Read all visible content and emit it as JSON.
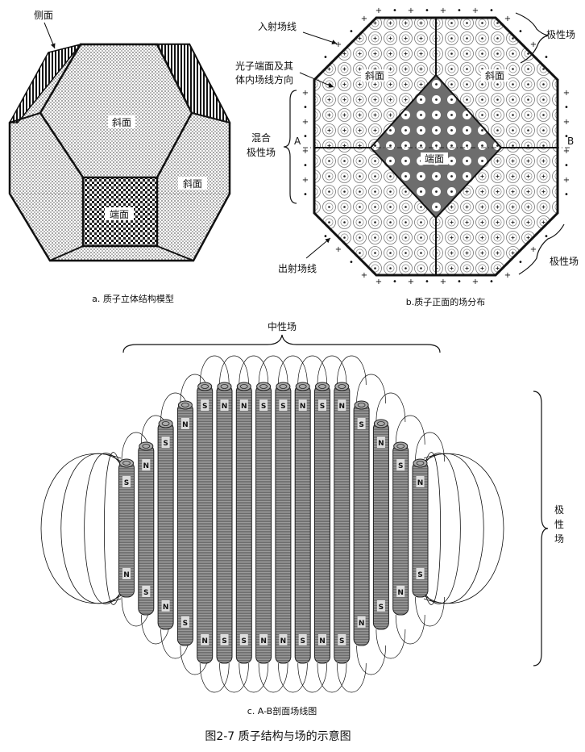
{
  "panel_a": {
    "labels": {
      "side_face": "侧面",
      "bevel_top": "斜面",
      "bevel_right": "斜面",
      "end_face": "端面"
    },
    "caption": "a. 质子立体结构模型"
  },
  "panel_b": {
    "labels": {
      "incoming_lines": "入射场线",
      "photon_end_line1": "光子端面及其",
      "photon_end_line2": "体内场线方向",
      "polar_field_top": "极性场",
      "polar_field_bottom": "极性场",
      "mixed_line1": "混合",
      "mixed_line2": "极性场",
      "bevel_left": "斜面",
      "bevel_right": "斜面",
      "end_face": "端面",
      "point_a": "A",
      "point_b": "B",
      "outgoing_lines": "出射场线"
    },
    "caption": "b.质子正面的场分布",
    "symbols": {
      "plus": "+",
      "dot": "•"
    }
  },
  "panel_c": {
    "labels": {
      "neutral_field": "中性场",
      "polar_field_1": "极",
      "polar_field_2": "性",
      "polar_field_3": "场"
    },
    "caption": "c. A-B剖面场线图",
    "tubes": [
      {
        "top": "S",
        "bottom": "N"
      },
      {
        "top": "N",
        "bottom": "S"
      },
      {
        "top": "S",
        "bottom": "N"
      },
      {
        "top": "N",
        "bottom": "S"
      },
      {
        "top": "S",
        "bottom": "N"
      },
      {
        "top": "N",
        "bottom": "S"
      },
      {
        "top": "N",
        "bottom": "S"
      },
      {
        "top": "S",
        "bottom": "N"
      },
      {
        "top": "S",
        "bottom": "N"
      },
      {
        "top": "N",
        "bottom": "S"
      },
      {
        "top": "S",
        "bottom": "N"
      },
      {
        "top": "N",
        "bottom": "S"
      },
      {
        "top": "S",
        "bottom": "N"
      },
      {
        "top": "N",
        "bottom": "S"
      },
      {
        "top": "S",
        "bottom": "N"
      },
      {
        "top": "N",
        "bottom": "S"
      }
    ]
  },
  "figure_title": "图2-7  质子结构与场的示意图",
  "colors": {
    "ink": "#111111",
    "tube": "#8f8f8f",
    "tube_dark": "#555555",
    "paper": "#ffffff"
  }
}
